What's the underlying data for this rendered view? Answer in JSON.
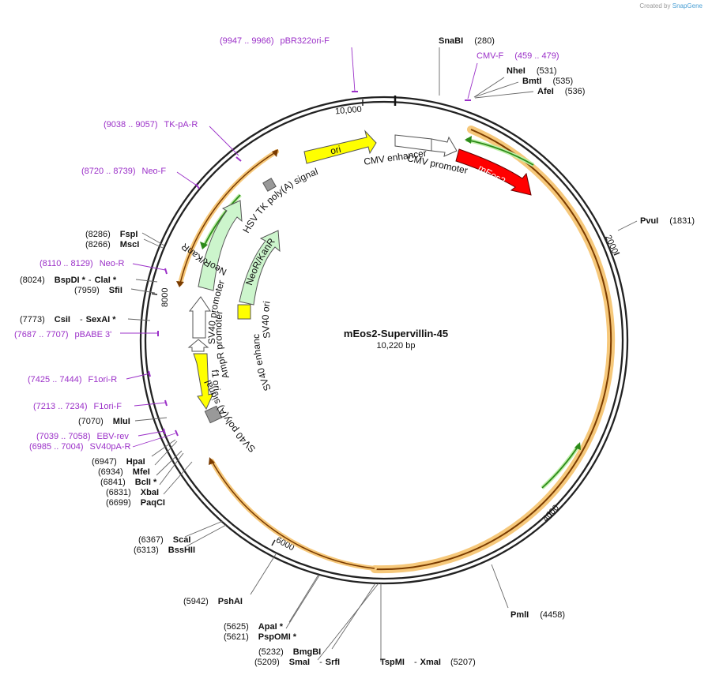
{
  "credit": {
    "prefix": "Created by",
    "brand": "SnapGene"
  },
  "plasmid": {
    "name": "mEos2-Supervillin-45",
    "length": "10,220 bp"
  },
  "ticks": [
    "10,000",
    "2000",
    "4000",
    "6000",
    "8000"
  ],
  "enzymes": [
    {
      "name": "SnaBI",
      "pos": "(280)"
    },
    {
      "name": "NheI",
      "pos": "(531)"
    },
    {
      "name": "BmtI",
      "pos": "(535)"
    },
    {
      "name": "AfeI",
      "pos": "(536)"
    },
    {
      "name": "PvuI",
      "pos": "(1831)"
    },
    {
      "name": "PmlI",
      "pos": "(4458)"
    },
    {
      "name": "TspMI",
      "sep": "-",
      "name2": "XmaI",
      "pos": "(5207)"
    },
    {
      "name": "SmaI",
      "sep": "-",
      "name2": "SrfI",
      "pos": "(5209)"
    },
    {
      "name": "BmgBI",
      "pos": "(5232)"
    },
    {
      "name": "PspOMI *",
      "pos": "(5621)"
    },
    {
      "name": "ApaI *",
      "pos": "(5625)"
    },
    {
      "name": "PshAI",
      "pos": "(5942)"
    },
    {
      "name": "BssHII",
      "pos": "(6313)"
    },
    {
      "name": "ScaI",
      "pos": "(6367)"
    },
    {
      "name": "PaqCI",
      "pos": "(6699)"
    },
    {
      "name": "XbaI",
      "pos": "(6831)"
    },
    {
      "name": "BclI *",
      "pos": "(6841)"
    },
    {
      "name": "MfeI",
      "pos": "(6934)"
    },
    {
      "name": "HpaI",
      "pos": "(6947)"
    },
    {
      "name": "MluI",
      "pos": "(7070)"
    },
    {
      "name": "CsiI",
      "sep": "-",
      "name2": "SexAI *",
      "pos": "(7773)"
    },
    {
      "name": "SfiI",
      "pos": "(7959)"
    },
    {
      "name": "BspDI *",
      "sep": "-",
      "name2": "ClaI *",
      "pos": "(8024)"
    },
    {
      "name": "MscI",
      "pos": "(8266)"
    },
    {
      "name": "FspI",
      "pos": "(8286)"
    }
  ],
  "primers": [
    {
      "range": "(9947 .. 9966)",
      "name": "pBR322ori-F"
    },
    {
      "name": "CMV-F",
      "range": "(459 .. 479)"
    },
    {
      "range": "(9038 .. 9057)",
      "name": "TK-pA-R"
    },
    {
      "range": "(8720 .. 8739)",
      "name": "Neo-F"
    },
    {
      "range": "(8110 .. 8129)",
      "name": "Neo-R"
    },
    {
      "range": "(7687 .. 7707)",
      "name": "pBABE 3'"
    },
    {
      "range": "(7425 .. 7444)",
      "name": "F1ori-R"
    },
    {
      "range": "(7213 .. 7234)",
      "name": "F1ori-F"
    },
    {
      "range": "(7039 .. 7058)",
      "name": "EBV-rev"
    },
    {
      "range": "(6985 .. 7004)",
      "name": "SV40pA-R"
    }
  ],
  "features": {
    "ori": "ori",
    "mEos2": "mEos2",
    "neo_outer": "NeoR/KanR",
    "neo_inner": "NeoR/KanR",
    "f1ori": "f1 ori",
    "cmv_enhancer": "CMV enhancer",
    "cmv_promoter": "CMV promoter",
    "hsv_tk": "HSV TK poly(A) signal",
    "sv40_ori": "SV40 ori",
    "sv40_enhancer": "SV40 enhancer",
    "sv40_promoter": "SV40 promoter",
    "ampr_promoter": "AmpR promoter",
    "sv40_polya": "SV40 poly(A) signal"
  },
  "colors": {
    "primer": "#9b30c8",
    "ori": "#ffff00",
    "mEos2": "#ff0000",
    "neo": "#ccf5cc",
    "orange_band": "#f6c87a",
    "orf": "#7a3b00",
    "green_orf": "#2c8a1a",
    "terminator": "#999999"
  }
}
